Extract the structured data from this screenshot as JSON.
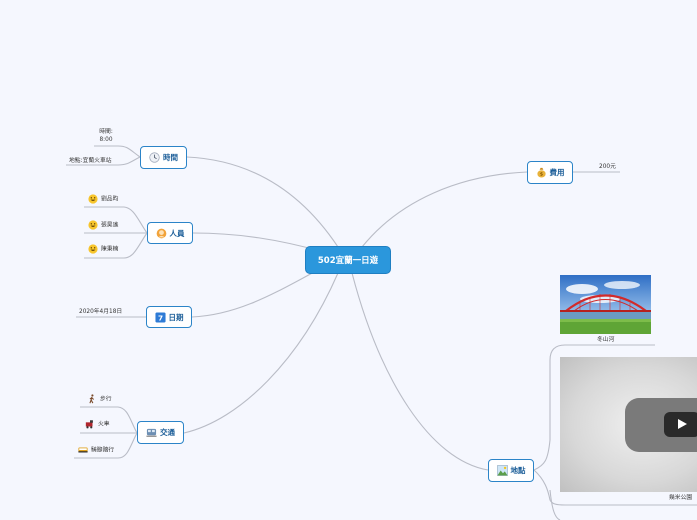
{
  "center": {
    "label": "502宜蘭一日遊"
  },
  "branches": {
    "time": {
      "label": "時間",
      "icon": "clock-icon",
      "leaves": [
        "時間:\n8:00",
        "地點:宜蘭火車站"
      ]
    },
    "people": {
      "label": "人員",
      "icon": "people-icon",
      "leaves": [
        "劉品昀",
        "張昊遙",
        "陳秉楠"
      ]
    },
    "date": {
      "label": "日期",
      "icon": "calendar-icon",
      "leaves": [
        "2020年4月18日"
      ]
    },
    "transport": {
      "label": "交通",
      "icon": "train-icon",
      "leaves": [
        "步行",
        "火車",
        "騎腳踏行"
      ]
    },
    "cost": {
      "label": "費用",
      "icon": "money-bag-icon",
      "leaves": [
        "200元"
      ]
    },
    "place": {
      "label": "地點",
      "icon": "landscape-icon",
      "leaves": [
        "冬山河",
        "幾米公園"
      ]
    }
  },
  "colors": {
    "accent": "#2b84c8",
    "center": "#2b97dc",
    "line": "#b9bcc6",
    "background": "#f5f7fe"
  }
}
